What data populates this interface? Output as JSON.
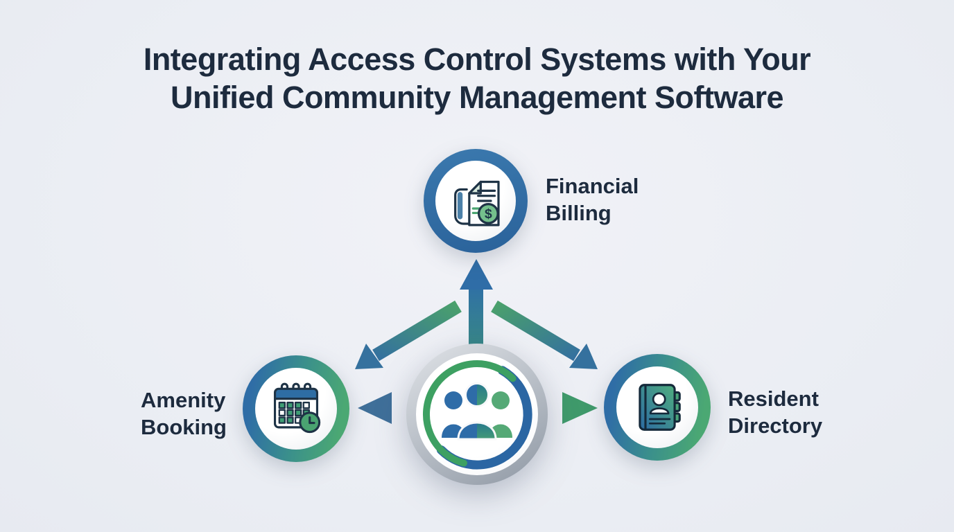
{
  "title": {
    "line1": "Integrating Access Control Systems with Your",
    "line2": "Unified Community Management Software"
  },
  "hub": {
    "icon": "community-people-icon"
  },
  "nodes": {
    "financial_billing": {
      "label": [
        "Financial",
        "Billing"
      ],
      "icon": "invoice-dollar-icon",
      "position": "top"
    },
    "amenity_booking": {
      "label": [
        "Amenity",
        "Booking"
      ],
      "icon": "calendar-clock-icon",
      "position": "left"
    },
    "resident_directory": {
      "label": [
        "Resident",
        "Directory"
      ],
      "icon": "address-book-icon",
      "position": "right"
    }
  },
  "connections": [
    {
      "from": "hub",
      "to": "financial_billing",
      "direction": "up"
    },
    {
      "from": "hub",
      "to": "amenity_booking",
      "direction": "diagonal-down-left"
    },
    {
      "from": "hub",
      "to": "resident_directory",
      "direction": "diagonal-down-right"
    },
    {
      "from": "hub",
      "to": "amenity_booking",
      "direction": "left"
    },
    {
      "from": "hub",
      "to": "resident_directory",
      "direction": "right"
    }
  ],
  "colors": {
    "background": "#eceef4",
    "title_navy": "#1d2b3e",
    "accent_blue": "#2e6da7",
    "accent_green": "#4aa473",
    "accent_teal": "#2f8088",
    "silver_ring": "#a7aeb8"
  }
}
